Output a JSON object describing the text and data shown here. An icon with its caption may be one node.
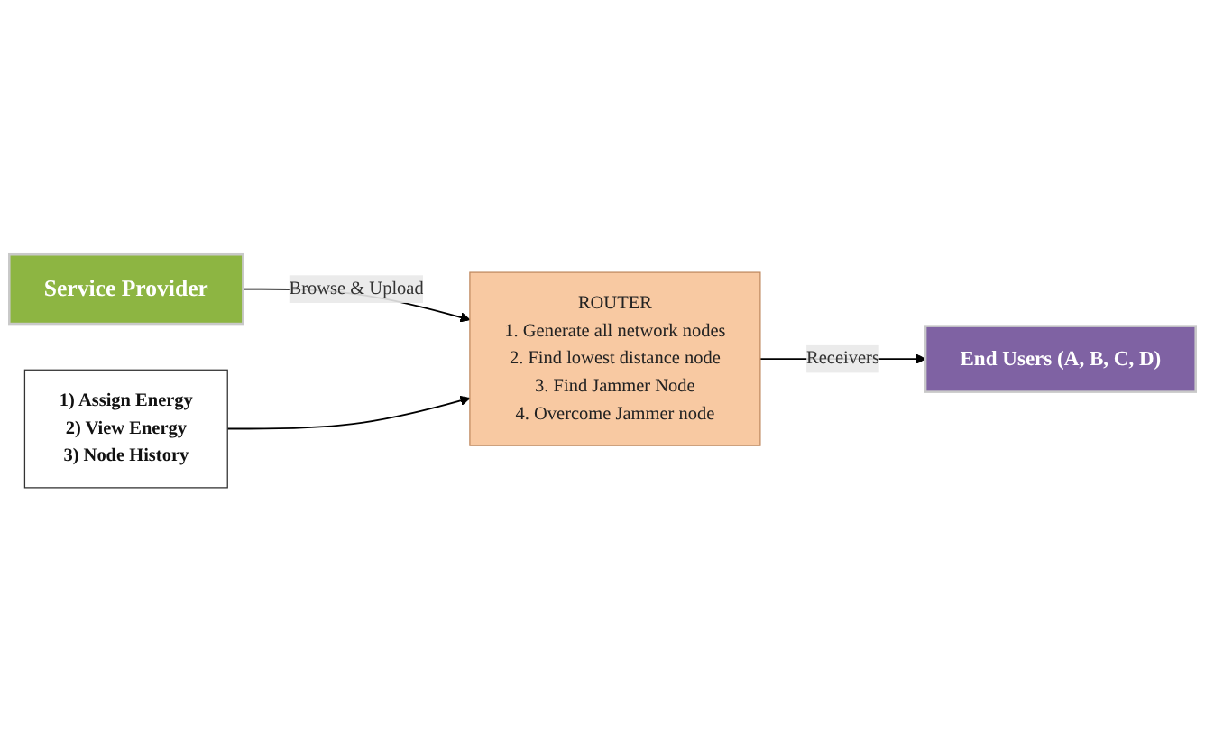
{
  "diagram": {
    "nodes": [
      {
        "text": [
          "Service Provider"
        ]
      },
      {
        "text": [
          "ROUTER",
          "1. Generate all network nodes",
          "2. Find lowest distance node",
          "3. Find Jammer Node",
          "4. Overcome Jammer node"
        ]
      },
      {
        "text": [
          "1) Assign Energy",
          "2) View Energy",
          "3) Node History"
        ]
      },
      {
        "text": [
          "End Users (A, B, C, D)"
        ]
      }
    ],
    "edges": [
      {
        "from": 0,
        "to": 1,
        "arrow": "to",
        "label": "Browse & Upload"
      },
      {
        "from": 2,
        "to": 1,
        "arrow": "to"
      },
      {
        "from": 1,
        "to": 3,
        "arrow": "to",
        "label": "Receivers"
      }
    ]
  }
}
